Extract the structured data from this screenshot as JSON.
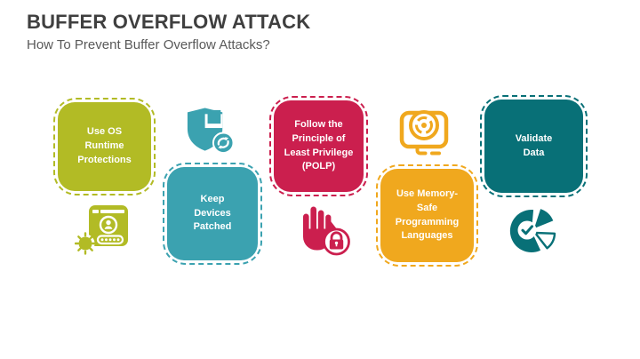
{
  "header": {
    "title": "BUFFER OVERFLOW ATTACK",
    "subtitle": "How To Prevent Buffer Overflow Attacks?"
  },
  "theme": {
    "background": "#ffffff",
    "title_color": "#3f3f3f",
    "subtitle_color": "#595959",
    "card_text_color": "#ffffff"
  },
  "steps": [
    {
      "label": "Use OS\nRuntime\nProtections",
      "color": "#b2bb25",
      "icon": "browser-malware-icon"
    },
    {
      "label": "Keep\nDevices\nPatched",
      "color": "#3ba2b0",
      "icon": "shield-update-icon"
    },
    {
      "label": "Follow the\nPrinciple of\nLeast Privilege\n(POLP)",
      "color": "#cb1f4e",
      "icon": "stop-hand-lock-icon"
    },
    {
      "label": "Use Memory-\nSafe\nProgramming\nLanguages",
      "color": "#f0a81e",
      "icon": "monitor-camera-icon"
    },
    {
      "label": "Validate\nData",
      "color": "#087077",
      "icon": "pie-chart-check-icon"
    }
  ]
}
